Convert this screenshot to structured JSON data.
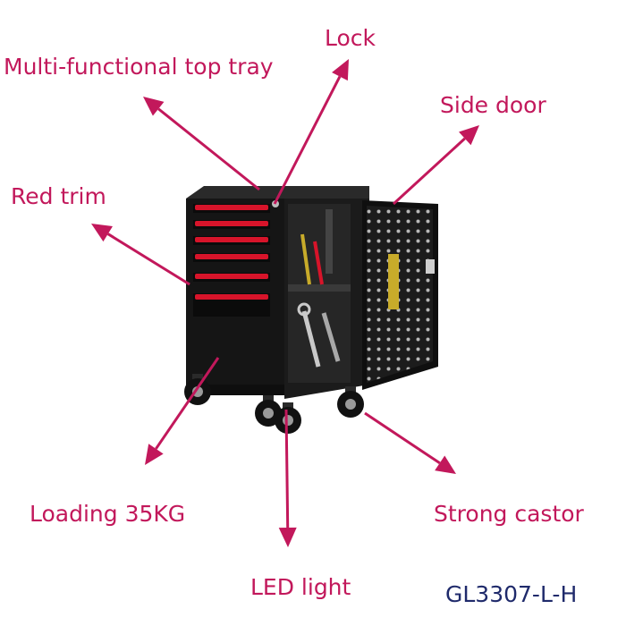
{
  "colors": {
    "label": "#c2185b",
    "arrow": "#c2185b",
    "model": "#1f2a6b",
    "cabinet": "#151515",
    "trim": "#d7142a"
  },
  "callouts": {
    "lock": "Lock",
    "top_tray": "Multi-functional top tray",
    "side_door": "Side door",
    "red_trim": "Red trim",
    "loading": "Loading 35KG",
    "strong_castor": "Strong castor",
    "led_light": "LED light"
  },
  "model": "GL3307-L-H",
  "product": {
    "drawer_count": 6,
    "wheel_count": 4
  }
}
